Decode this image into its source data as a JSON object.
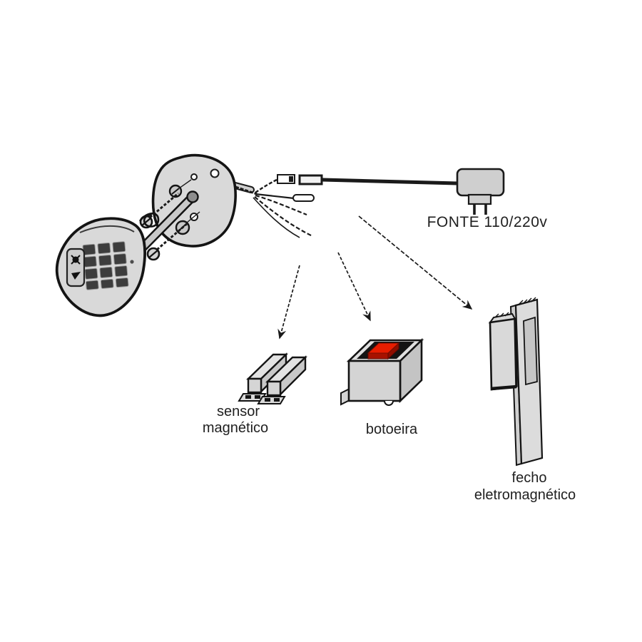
{
  "diagram": {
    "description": "access-control installation diagram",
    "labels": {
      "power_supply": "FONTE 110/220v",
      "magnetic_sensor_line1": "sensor",
      "magnetic_sensor_line2": "magnético",
      "push_button": "botoeira",
      "electromagnetic_lock_line1": "fecho",
      "electromagnetic_lock_line2": "eletromagnético"
    },
    "components": [
      {
        "name": "keypad-intercom-front"
      },
      {
        "name": "mounting-backplate-with-screws"
      },
      {
        "name": "wiring-harness"
      },
      {
        "name": "power-adapter",
        "label": "FONTE 110/220v"
      },
      {
        "name": "magnetic-sensor-pair",
        "label": "sensor magnético"
      },
      {
        "name": "push-button-box",
        "label": "botoeira"
      },
      {
        "name": "electromagnetic-lock",
        "label": "fecho eletromagnético"
      }
    ],
    "colors": {
      "background": "#ffffff",
      "outline": "#1a1a1a",
      "fill_light": "#d9d9d9",
      "fill_mid": "#cfcfcf",
      "fill_shadow": "#c0c0c0",
      "key_dark": "#3d3d3d",
      "button_red_top": "#e81d00",
      "button_red_front": "#a81200",
      "panel_black": "#141414"
    }
  }
}
